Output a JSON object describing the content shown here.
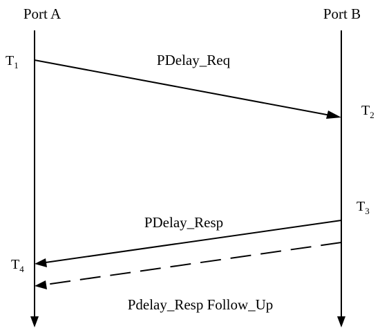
{
  "ports": {
    "a": "Port A",
    "b": "Port B"
  },
  "timestamps": {
    "t1": {
      "base": "T",
      "sub": "1"
    },
    "t2": {
      "base": "T",
      "sub": "2"
    },
    "t3": {
      "base": "T",
      "sub": "3"
    },
    "t4": {
      "base": "T",
      "sub": "4"
    }
  },
  "messages": {
    "pdelay_req": "PDelay_Req",
    "pdelay_resp": "PDelay_Resp",
    "follow_up": "Pdelay_Resp Follow_Up"
  },
  "colors": {
    "ink": "#000000",
    "background": "#ffffff"
  }
}
